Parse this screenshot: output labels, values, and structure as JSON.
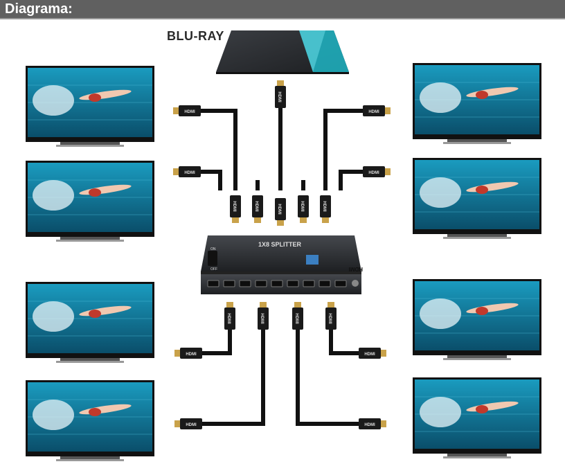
{
  "header": {
    "title": "Diagrama:"
  },
  "source": {
    "label": "BLU-RAY"
  },
  "splitter": {
    "brand_text": "HDMI",
    "product_text": "1X8 SPLITTER",
    "on_label": "ON",
    "off_label": "OFF"
  },
  "cable": {
    "plug_label": "HDMI"
  },
  "colors": {
    "title_bar": "#606060",
    "screen_water": "#0e6f8c",
    "bluray_accent": "#1fb5c4",
    "device_body": "#2e3033",
    "cable": "#111111",
    "plug_gold": "#c9a24a"
  },
  "displays": [
    {
      "id": "tv-left-1"
    },
    {
      "id": "tv-left-2"
    },
    {
      "id": "tv-left-3"
    },
    {
      "id": "tv-left-4"
    },
    {
      "id": "tv-right-1"
    },
    {
      "id": "tv-right-2"
    },
    {
      "id": "tv-right-3"
    },
    {
      "id": "tv-right-4"
    }
  ]
}
